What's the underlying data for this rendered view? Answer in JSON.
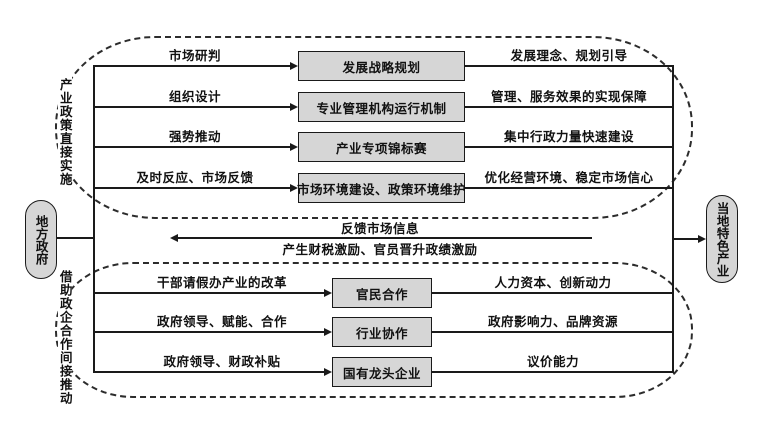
{
  "ovals": {
    "left": "地方政府",
    "right": "当地特色产业"
  },
  "top_group": {
    "side_label": "产业政策直接实施",
    "rows": [
      {
        "left_label": "市场研判",
        "box": "发展战略规划",
        "right_label": "发展理念、规划引导"
      },
      {
        "left_label": "组织设计",
        "box": "专业管理机构运行机制",
        "right_label": "管理、服务效果的实现保障"
      },
      {
        "left_label": "强势推动",
        "box": "产业专项锦标赛",
        "right_label": "集中行政力量快速建设"
      },
      {
        "left_label": "及时反应、市场反馈",
        "box": "市场环境建设、政策环境维护",
        "right_label": "优化经营环境、稳定市场信心"
      }
    ]
  },
  "feedback": {
    "above_label": "反馈市场信息",
    "below_label": "产生财税激励、官员晋升政绩激励"
  },
  "bottom_group": {
    "side_label": "借助政企合作间接推动",
    "rows": [
      {
        "left_label": "干部请假办产业的改革",
        "box": "官民合作",
        "right_label": "人力资本、创新动力"
      },
      {
        "left_label": "政府领导、赋能、合作",
        "box": "行业协作",
        "right_label": "政府影响力、品牌资源"
      },
      {
        "left_label": "政府领导、财政补贴",
        "box": "国有龙头企业",
        "right_label": "议价能力"
      }
    ]
  },
  "colors": {
    "box_fill": "#d6d6d6",
    "line": "#1a1a1a",
    "dash_border": "#2c2c2c",
    "background": "#ffffff"
  }
}
